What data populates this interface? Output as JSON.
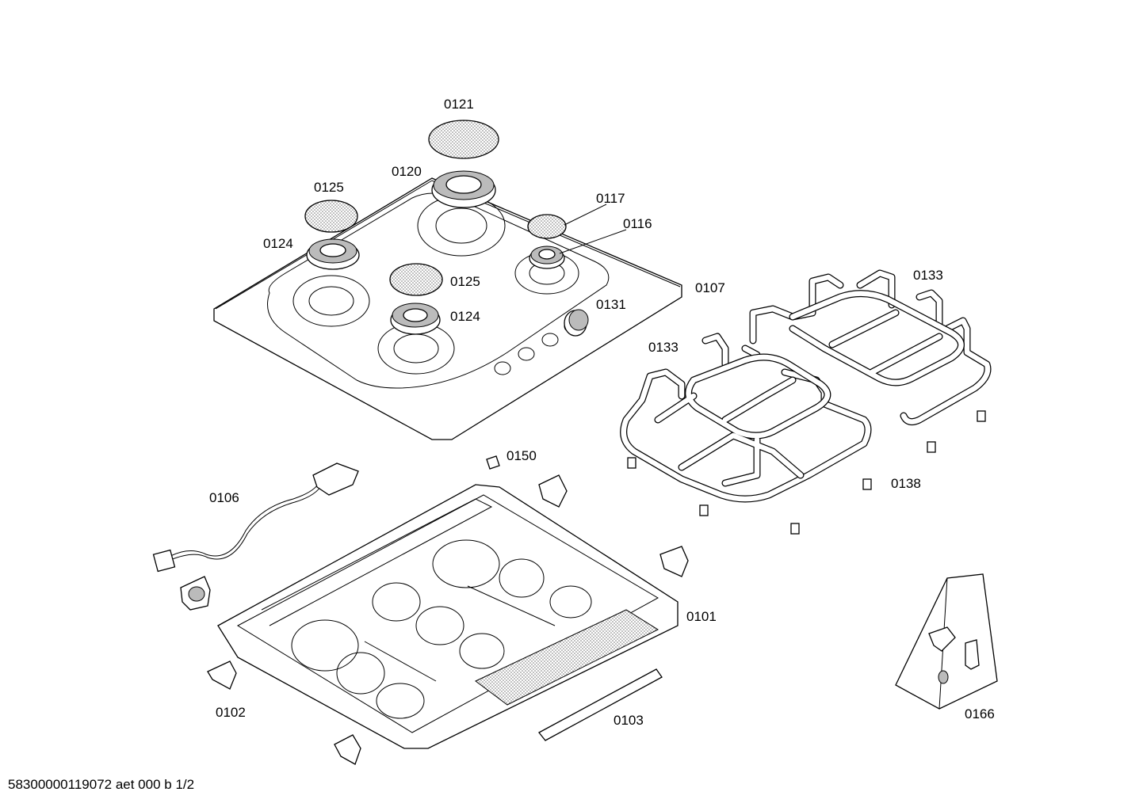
{
  "diagram": {
    "labels": {
      "l0121": "0121",
      "l0120": "0120",
      "l0125a": "0125",
      "l0117": "0117",
      "l0116": "0116",
      "l0124a": "0124",
      "l0125b": "0125",
      "l0107": "0107",
      "l0124b": "0124",
      "l0131": "0131",
      "l0133a": "0133",
      "l0133b": "0133",
      "l0150": "0150",
      "l0106": "0106",
      "l0138": "0138",
      "l0101": "0101",
      "l0102": "0102",
      "l0103": "0103",
      "l0166": "0166"
    },
    "footer": "58300000119072 aet 000 b 1/2"
  }
}
